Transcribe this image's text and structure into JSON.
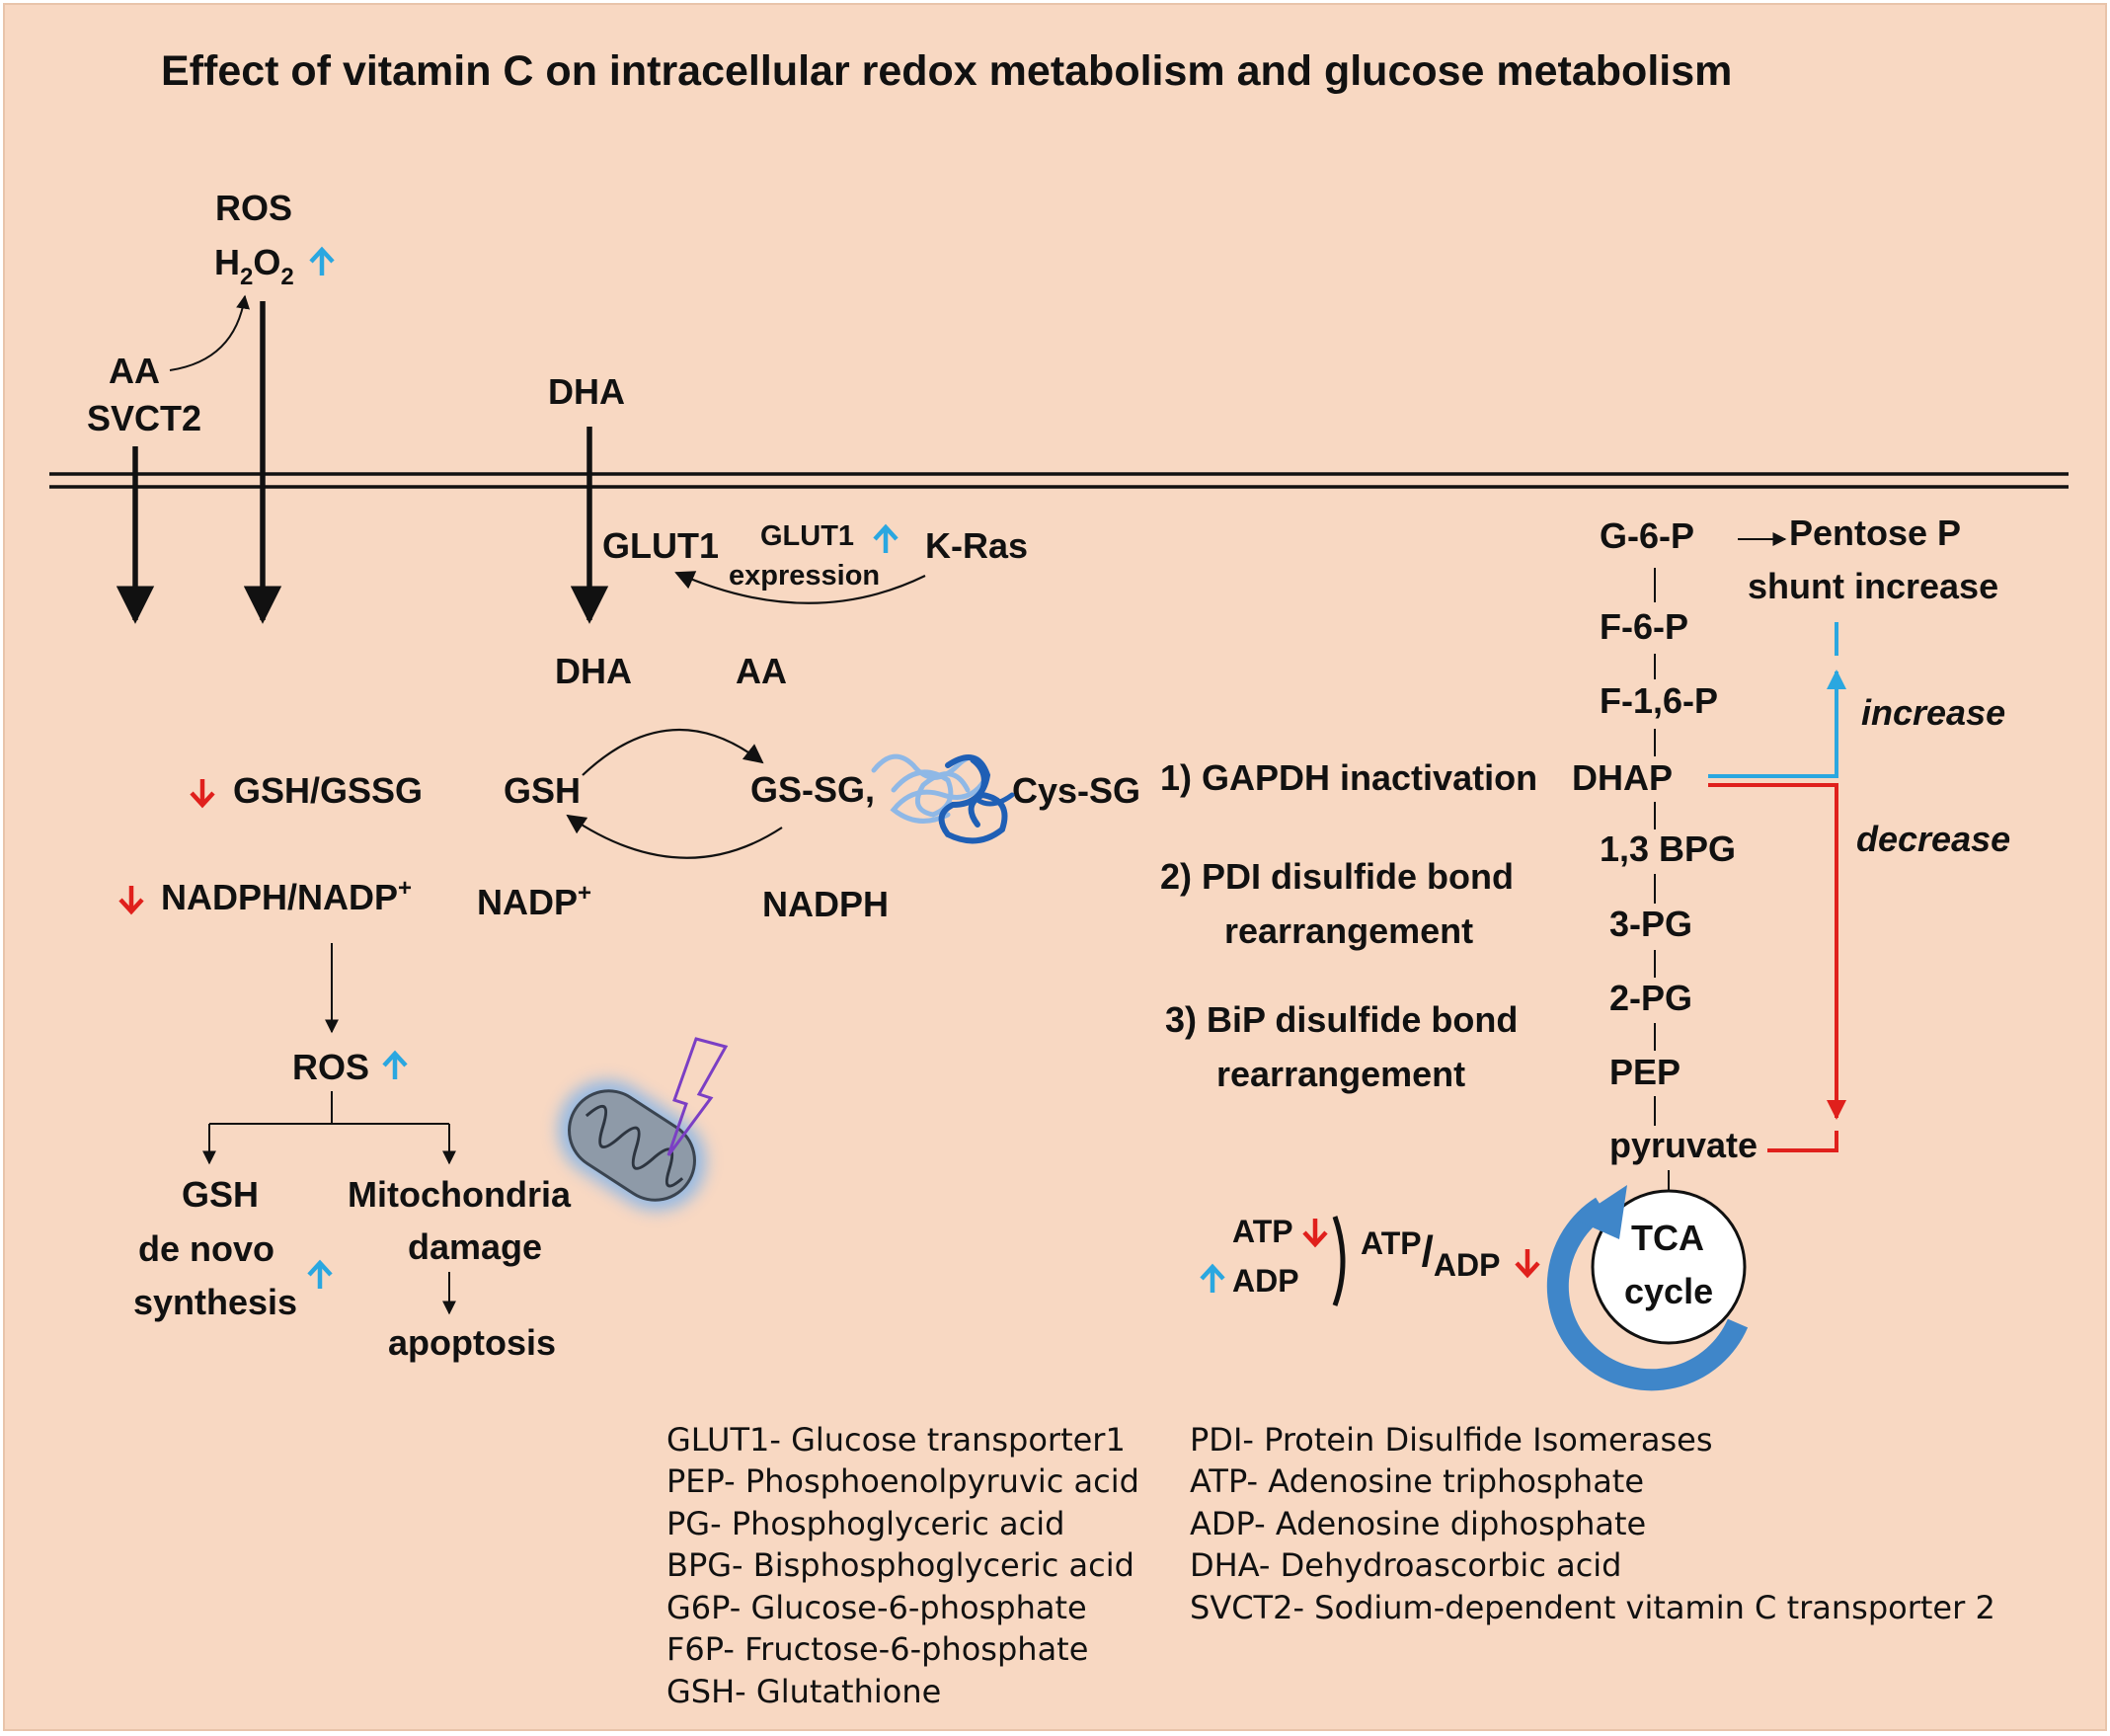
{
  "title": "Effect of vitamin C on intracellular redox metabolism and glucose metabolism",
  "colors": {
    "background": "#f8d8c2",
    "increase_arrow": "#2aa7e0",
    "decrease_arrow": "#e0201c",
    "membrane": "#111111",
    "glow": "#f58a2e",
    "tca_arrow": "#3f86c9"
  },
  "extracellular": {
    "ros": "ROS",
    "h2o2_h": "H",
    "h2o2_sub1": "2",
    "h2o2_o": "O",
    "h2o2_sub2": "2",
    "aa": "AA",
    "svct2": "SVCT2",
    "dha": "DHA"
  },
  "glut1_region": {
    "glut1": "GLUT1",
    "glut1_small": "GLUT1",
    "expression": "expression",
    "kras": "K-Ras"
  },
  "redox_cycle": {
    "dha": "DHA",
    "aa": "AA",
    "gsh": "GSH",
    "gssg": "GS-SG,",
    "cys_sg": "Cys-SG",
    "nadp": "NADP",
    "nadp_sup": "+",
    "nadph": "NADPH"
  },
  "left_panel": {
    "gsh_gssg": "GSH/GSSG",
    "nadph_nadp": "NADPH/NADP",
    "nadph_nadp_sup": "+",
    "ros": "ROS",
    "gsh": "GSH",
    "de_novo": "de novo",
    "synthesis": "synthesis",
    "mito1": "Mitochondria",
    "mito2": "damage",
    "apoptosis": "apoptosis"
  },
  "effects": {
    "e1": "1) GAPDH inactivation",
    "e2a": "2) PDI disulfide bond",
    "e2b": "rearrangement",
    "e3a": "3) BiP disulfide bond",
    "e3b": "rearrangement"
  },
  "glycolysis": [
    "G-6-P",
    "F-6-P",
    "F-1,6-P",
    "DHAP",
    "1,3 BPG",
    "3-PG",
    "2-PG",
    "PEP",
    "pyruvate"
  ],
  "pentose": {
    "line1": "Pentose P",
    "line2": "shunt increase"
  },
  "labels": {
    "increase": "increase",
    "decrease": "decrease"
  },
  "atp": {
    "atp": "ATP",
    "adp": "ADP",
    "ratio_num": "ATP",
    "ratio_slash": "/",
    "ratio_den": "ADP",
    "tca1": "TCA",
    "tca2": "cycle"
  },
  "legend_left": [
    "GLUT1- Glucose transporter1",
    "PEP- Phosphoenolpyruvic acid",
    "PG- Phosphoglyceric acid",
    "BPG- Bisphosphoglyceric acid",
    "G6P- Glucose-6-phosphate",
    "F6P- Fructose-6-phosphate",
    "GSH- Glutathione"
  ],
  "legend_right": [
    "PDI- Protein Disulfide Isomerases",
    "ATP- Adenosine triphosphate",
    "ADP- Adenosine diphosphate",
    "DHA- Dehydroascorbic acid",
    "SVCT2- Sodium-dependent vitamin C transporter 2"
  ]
}
